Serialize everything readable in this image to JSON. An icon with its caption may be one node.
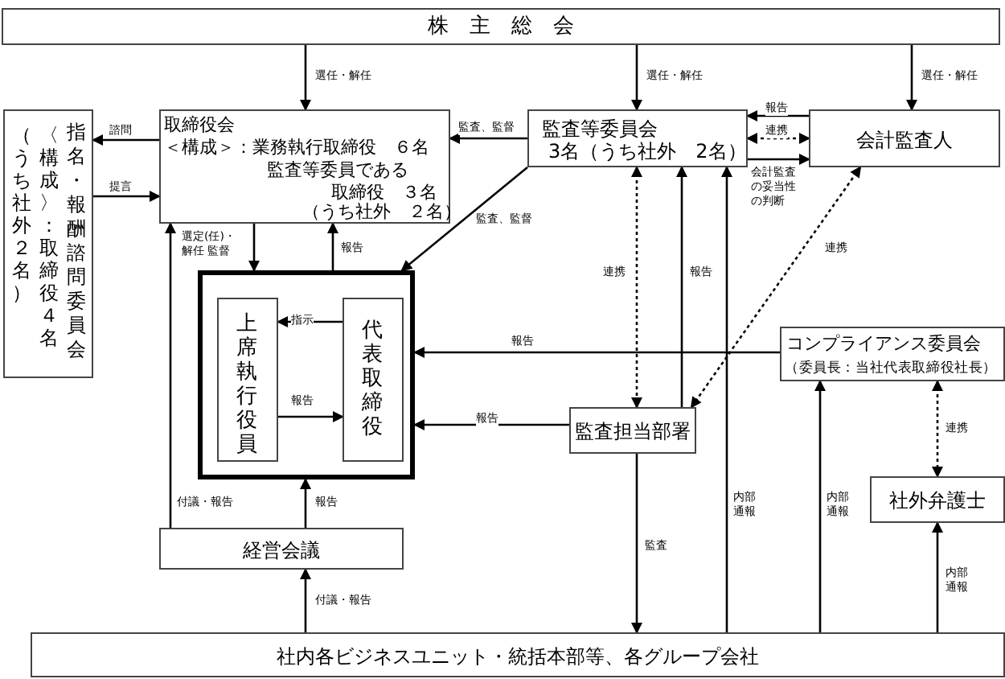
{
  "diagram": {
    "nodes": [
      {
        "text": [
          "株　主　総　会"
        ]
      },
      {
        "text": [
          "（うち社外２名）",
          "〈構成〉：取締役４名",
          "指名・報酬諮問委員会"
        ]
      },
      {
        "text": [
          "取締役会",
          "＜構成＞：業務執行取締役　６名",
          "監査等委員である",
          "取締役　３名",
          "（うち社外　２名）"
        ]
      },
      {
        "text": [
          "監査等委員会",
          "3名（うち社外　2名）"
        ]
      },
      {
        "text": [
          "会計監査人"
        ]
      },
      {
        "text": [],
        "shape": "box"
      },
      {
        "text": [
          "上席執行役員"
        ],
        "in": 5
      },
      {
        "text": [
          "代表取締役"
        ],
        "in": 5
      },
      {
        "text": [
          "コンプライアンス委員会",
          "（委員長：当社代表取締役社長）"
        ]
      },
      {
        "text": [
          "監査担当部署"
        ]
      },
      {
        "text": [
          "社外弁護士"
        ]
      },
      {
        "text": [
          "経営会議"
        ]
      },
      {
        "text": [
          "社内各ビジネスユニット・統括本部等、各グループ会社"
        ]
      }
    ],
    "edges": [
      {
        "from": 0,
        "to": 2,
        "arrow": "to",
        "label": "選任・解任"
      },
      {
        "from": 0,
        "to": 3,
        "arrow": "to",
        "label": "選任・解任"
      },
      {
        "from": 0,
        "to": 4,
        "arrow": "to",
        "label": "選任・解任"
      },
      {
        "from": 2,
        "to": 1,
        "arrow": "to",
        "label": "諮問"
      },
      {
        "from": 1,
        "to": 2,
        "arrow": "to",
        "label": "提言"
      },
      {
        "from": 3,
        "to": 2,
        "arrow": "to",
        "label": "監査、監督"
      },
      {
        "from": 3,
        "to": 5,
        "arrow": "to",
        "label": "監査、監督"
      },
      {
        "from": 4,
        "to": 3,
        "arrow": "to",
        "label": "報告"
      },
      {
        "from": 3,
        "to": 4,
        "arrow": "both",
        "label": "連携",
        "style": "dashed"
      },
      {
        "from": 3,
        "to": 4,
        "arrow": "to",
        "label": "会計監査の妥当性の判断"
      },
      {
        "from": 2,
        "to": 5,
        "arrow": "to",
        "label": "選定(任)・解任 監督"
      },
      {
        "from": 5,
        "to": 2,
        "arrow": "to",
        "label": "報告"
      },
      {
        "from": 7,
        "to": 6,
        "arrow": "to",
        "label": "指示"
      },
      {
        "from": 6,
        "to": 7,
        "arrow": "to",
        "label": "報告"
      },
      {
        "from": 8,
        "to": 5,
        "arrow": "to",
        "label": "報告"
      },
      {
        "from": 9,
        "to": 5,
        "arrow": "to",
        "label": "報告"
      },
      {
        "from": 3,
        "to": 9,
        "arrow": "both",
        "label": "連携",
        "style": "dashed"
      },
      {
        "from": 9,
        "to": 3,
        "arrow": "to",
        "label": "報告"
      },
      {
        "from": 4,
        "to": 9,
        "arrow": "both",
        "label": "連携",
        "style": "dashed"
      },
      {
        "from": 11,
        "to": 5,
        "arrow": "to",
        "label": "報告"
      },
      {
        "from": 11,
        "to": 2,
        "arrow": "to",
        "label": "付議・報告"
      },
      {
        "from": 12,
        "to": 11,
        "arrow": "to",
        "label": "付議・報告"
      },
      {
        "from": 9,
        "to": 12,
        "arrow": "to",
        "label": "監査"
      },
      {
        "from": 12,
        "to": 3,
        "arrow": "to",
        "label": "内部通報"
      },
      {
        "from": 12,
        "to": 8,
        "arrow": "to",
        "label": "内部通報"
      },
      {
        "from": 8,
        "to": 10,
        "arrow": "both",
        "label": "連携",
        "style": "dashed"
      },
      {
        "from": 12,
        "to": 10,
        "arrow": "to",
        "label": "内部通報"
      }
    ]
  }
}
